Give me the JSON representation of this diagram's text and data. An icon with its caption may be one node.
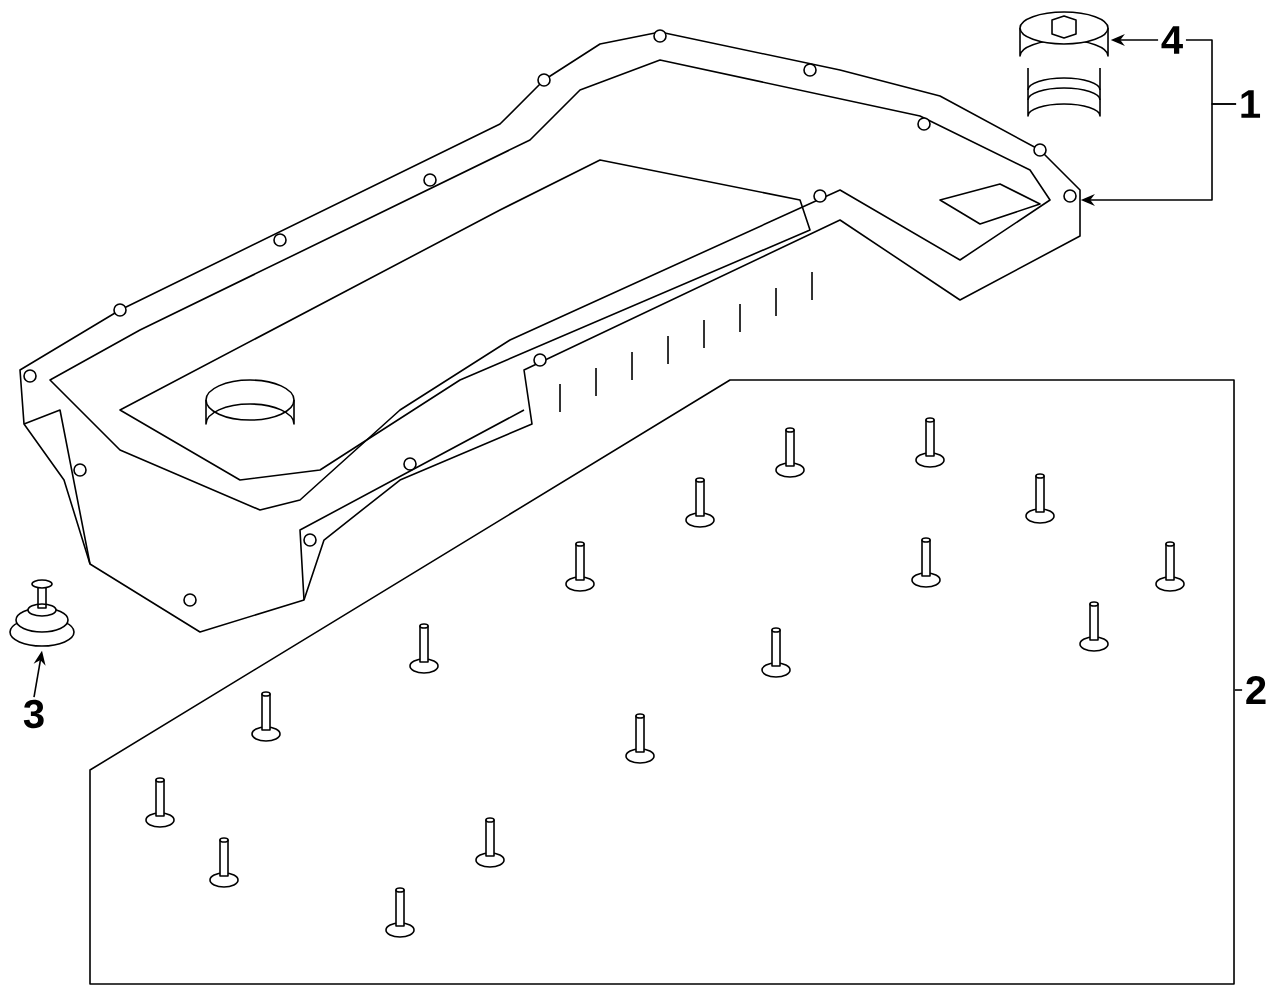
{
  "diagram": {
    "nodes": [
      {
        "text": [],
        "shape": "picture"
      },
      {
        "text": [],
        "shape": "picture"
      },
      {
        "text": [],
        "shape": "picture"
      },
      {
        "text": [],
        "shape": "box"
      },
      {
        "text": [
          "1"
        ]
      },
      {
        "text": [
          "2"
        ]
      },
      {
        "text": [
          "3"
        ]
      },
      {
        "text": [
          "4"
        ]
      }
    ],
    "edges": [
      {
        "from": 7,
        "to": 1,
        "arrow": "to"
      },
      {
        "from": 4,
        "to": 0,
        "arrow": "to"
      },
      {
        "from": 4,
        "to": 7,
        "arrow": "none"
      },
      {
        "from": 5,
        "to": 3,
        "arrow": "none"
      },
      {
        "from": 6,
        "to": 2,
        "arrow": "to"
      }
    ]
  }
}
